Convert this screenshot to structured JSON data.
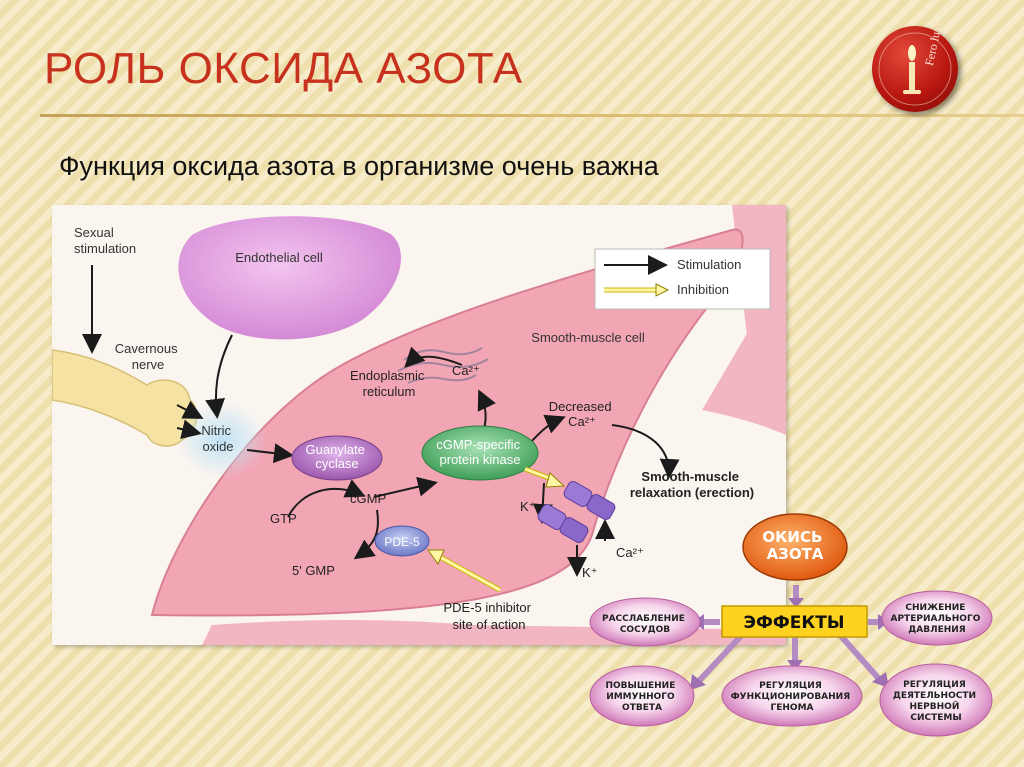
{
  "slide": {
    "title": "РОЛЬ ОКСИДА АЗОТА",
    "subtitle": "Функция оксида азота в организме очень важна",
    "logo_text": "Fero lux!"
  },
  "diagram": {
    "sexual_stimulation": [
      "Sexual",
      "stimulation"
    ],
    "cavernous_nerve": [
      "Cavernous",
      "nerve"
    ],
    "endothelial_cell": "Endothelial cell",
    "nitric_oxide": [
      "Nitric",
      "oxide"
    ],
    "smooth_muscle_cell": "Smooth-muscle cell",
    "endoplasmic_reticulum": [
      "Endoplasmic",
      "reticulum"
    ],
    "ca_top": "Ca²⁺",
    "decreased_ca": [
      "Decreased",
      "Ca²⁺"
    ],
    "guanylate_cyclase": [
      "Guanylate",
      "cyclase"
    ],
    "gtp": "GTP",
    "cgmp": "cGMP",
    "pde5": "PDE-5",
    "five_gmp": "5' GMP",
    "pkg": [
      "cGMP-specific",
      "protein kinase"
    ],
    "k_plus_top": "K⁺",
    "k_plus_bottom": "K⁺",
    "ca_channel": "Ca²⁺",
    "relaxation": [
      "Smooth-muscle",
      "relaxation (erection)"
    ],
    "pde5_inhibitor": [
      "PDE-5 inhibitor",
      "site of action"
    ],
    "legend": {
      "stimulation": "Stimulation",
      "inhibition": "Inhibition"
    }
  },
  "effects_chart": {
    "top": [
      "ОКИСЬ",
      "АЗОТА"
    ],
    "center": "ЭФФЕКТЫ",
    "left": [
      "РАССЛАБЛЕНИЕ",
      "СОСУДОВ"
    ],
    "right": [
      "СНИЖЕНИЕ",
      "АРТЕРИАЛЬНОГО",
      "ДАВЛЕНИЯ"
    ],
    "bottom_left": [
      "ПОВЫШЕНИЕ",
      "ИММУННОГО",
      "ОТВЕТА"
    ],
    "bottom_center": [
      "РЕГУЛЯЦИЯ",
      "ФУНКЦИОНИРОВАНИЯ",
      "ГЕНОМА"
    ],
    "bottom_right": [
      "РЕГУЛЯЦИЯ",
      "ДЕЯТЕЛЬНОСТИ",
      "НЕРВНОЙ",
      "СИСТЕМЫ"
    ]
  }
}
